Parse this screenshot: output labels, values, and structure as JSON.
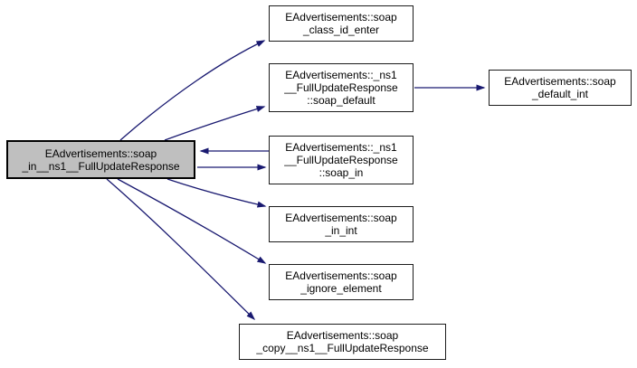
{
  "diagram": {
    "type": "doxygen-call-graph",
    "colors": {
      "edge": "#191970",
      "node_border": "#1c1c1c",
      "node_fill": "#ffffff",
      "highlight_fill": "#bfbfbf",
      "text": "#000000"
    },
    "nodes": {
      "main": {
        "label": "EAdvertisements::soap\n_in__ns1__FullUpdateResponse",
        "highlighted": true
      },
      "class_id_enter": {
        "label": "EAdvertisements::soap\n_class_id_enter",
        "highlighted": false
      },
      "soap_default": {
        "label": "EAdvertisements::_ns1\n__FullUpdateResponse\n::soap_default",
        "highlighted": false
      },
      "soap_in": {
        "label": "EAdvertisements::_ns1\n__FullUpdateResponse\n::soap_in",
        "highlighted": false
      },
      "in_int": {
        "label": "EAdvertisements::soap\n_in_int",
        "highlighted": false
      },
      "ignore_element": {
        "label": "EAdvertisements::soap\n_ignore_element",
        "highlighted": false
      },
      "copy": {
        "label": "EAdvertisements::soap\n_copy__ns1__FullUpdateResponse",
        "highlighted": false
      },
      "default_int": {
        "label": "EAdvertisements::soap\n_default_int",
        "highlighted": false
      }
    },
    "edges": [
      {
        "from": "main",
        "to": "class_id_enter"
      },
      {
        "from": "main",
        "to": "soap_default"
      },
      {
        "from": "main",
        "to": "soap_in"
      },
      {
        "from": "soap_in",
        "to": "main"
      },
      {
        "from": "main",
        "to": "in_int"
      },
      {
        "from": "main",
        "to": "ignore_element"
      },
      {
        "from": "main",
        "to": "copy"
      },
      {
        "from": "soap_default",
        "to": "default_int"
      }
    ]
  }
}
